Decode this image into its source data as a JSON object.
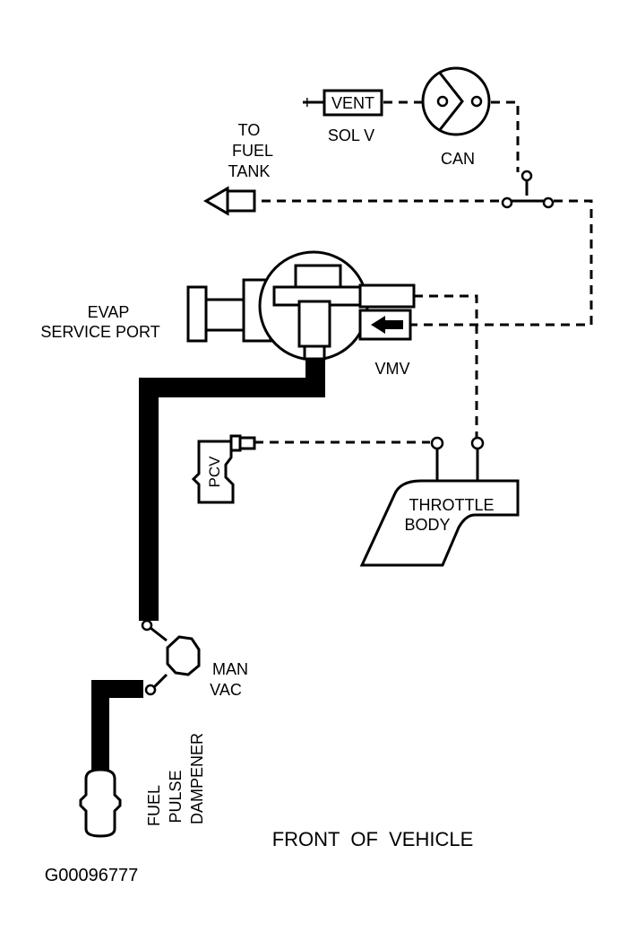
{
  "labels": {
    "vent": "VENT",
    "plus": "+",
    "sol_v": "SOL V",
    "can": "CAN",
    "to": "TO",
    "fuel": "FUEL",
    "tank": "TANK",
    "evap": "EVAP",
    "service_port": "SERVICE PORT",
    "vmv": "VMV",
    "pcv": "PCV",
    "throttle": "THROTTLE",
    "body": "BODY",
    "man": "MAN",
    "vac": "VAC",
    "fuel2": "FUEL",
    "pulse": "PULSE",
    "dampener": "DAMPENER",
    "front_of_vehicle": "FRONT  OF  VEHICLE",
    "figure_id": "G00096777"
  },
  "colors": {
    "line": "#000000",
    "background": "#ffffff"
  }
}
